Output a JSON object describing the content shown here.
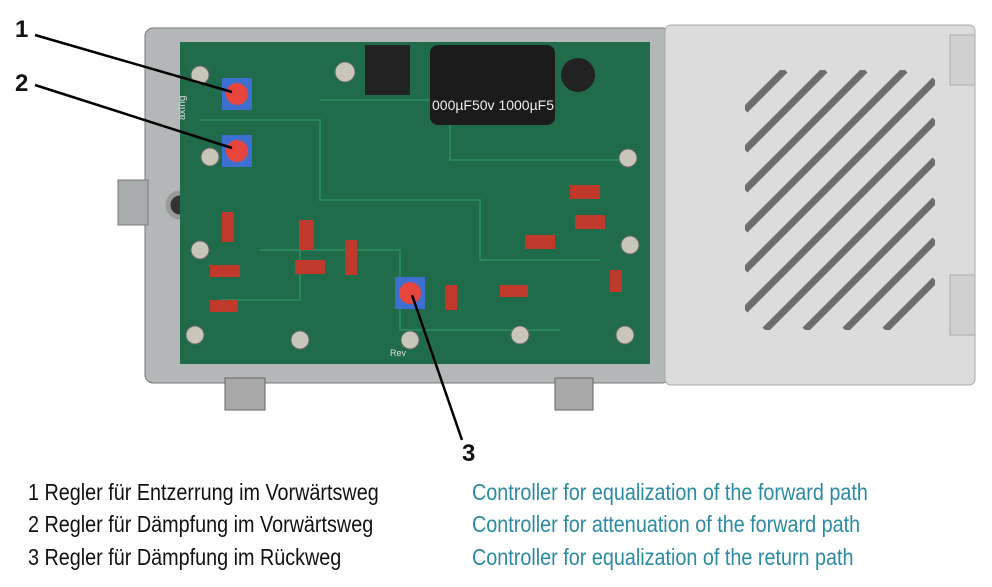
{
  "callouts": [
    "1",
    "2",
    "3"
  ],
  "legend": [
    {
      "de": "1 Regler für Entzerrung im Vorwärtsweg",
      "en": "Controller for equalization of the forward path"
    },
    {
      "de": "2 Regler für Dämpfung im Vorwärtsweg",
      "en": "Controller for attenuation of the forward path"
    },
    {
      "de": "3 Regler für Dämpfung im Rückweg",
      "en": "Controller for equalization of the return path"
    }
  ],
  "photo_text": {
    "capacitor": "000µF50v 1000µF5",
    "brand": "axIng",
    "rev": "Rev"
  },
  "colors": {
    "english_text": "#2b8ba3",
    "pcb": "#1f6b4a",
    "housing": "#b9bcbd",
    "lid": "#dcdcdc"
  }
}
